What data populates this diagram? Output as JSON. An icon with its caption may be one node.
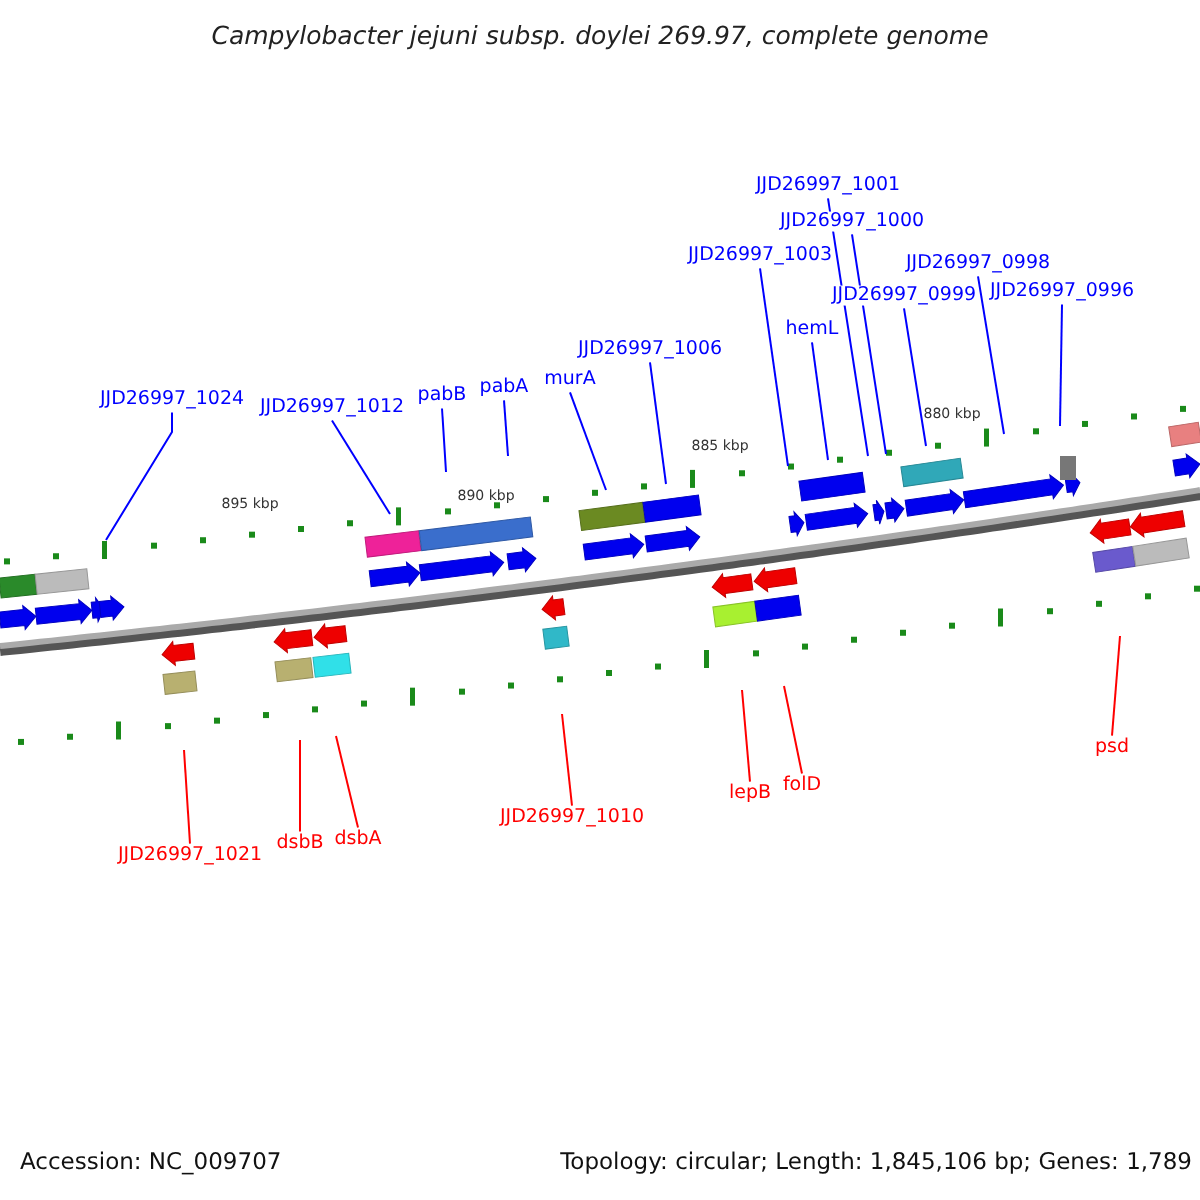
{
  "diagram": {
    "title": "Campylobacter jejuni subsp. doylei 269.97, complete genome",
    "nodes": [
      {
        "text": [
          "JJD26997_1024"
        ]
      },
      {
        "text": [
          "JJD26997_1012"
        ]
      },
      {
        "text": [
          "pabB"
        ]
      },
      {
        "text": [
          "pabA"
        ]
      },
      {
        "text": [
          "murA"
        ]
      },
      {
        "text": [
          "JJD26997_1006"
        ]
      },
      {
        "text": [
          "JJD26997_1003"
        ]
      },
      {
        "text": [
          "hemL"
        ]
      },
      {
        "text": [
          "JJD26997_1001"
        ]
      },
      {
        "text": [
          "JJD26997_1000"
        ]
      },
      {
        "text": [
          "JJD26997_0999"
        ]
      },
      {
        "text": [
          "JJD26997_0998"
        ]
      },
      {
        "text": [
          "JJD26997_0996"
        ]
      },
      {
        "text": [
          "JJD26997_1021"
        ]
      },
      {
        "text": [
          "dsbB"
        ]
      },
      {
        "text": [
          "dsbA"
        ]
      },
      {
        "text": [
          "JJD26997_1010"
        ]
      },
      {
        "text": [
          "lepB"
        ]
      },
      {
        "text": [
          "folD"
        ]
      },
      {
        "text": [
          "psd"
        ]
      }
    ],
    "edges": [
      {
        "from": 0,
        "to": null,
        "arrow": "none"
      },
      {
        "from": 1,
        "to": null,
        "arrow": "none"
      },
      {
        "from": 2,
        "to": null,
        "arrow": "none"
      },
      {
        "from": 3,
        "to": null,
        "arrow": "none"
      },
      {
        "from": 4,
        "to": null,
        "arrow": "none"
      },
      {
        "from": 5,
        "to": null,
        "arrow": "none"
      },
      {
        "from": 6,
        "to": null,
        "arrow": "none"
      },
      {
        "from": 7,
        "to": null,
        "arrow": "none"
      },
      {
        "from": 8,
        "to": null,
        "arrow": "none"
      },
      {
        "from": 9,
        "to": null,
        "arrow": "none"
      },
      {
        "from": 10,
        "to": null,
        "arrow": "none"
      },
      {
        "from": 11,
        "to": null,
        "arrow": "none"
      },
      {
        "from": 12,
        "to": null,
        "arrow": "none"
      },
      {
        "from": 13,
        "to": null,
        "arrow": "none",
        "color": "#ff0000"
      },
      {
        "from": 14,
        "to": null,
        "arrow": "none",
        "color": "#ff0000"
      },
      {
        "from": 15,
        "to": null,
        "arrow": "none",
        "color": "#ff0000"
      },
      {
        "from": 16,
        "to": null,
        "arrow": "none",
        "color": "#ff0000"
      },
      {
        "from": 17,
        "to": null,
        "arrow": "none",
        "color": "#ff0000"
      },
      {
        "from": 18,
        "to": null,
        "arrow": "none",
        "color": "#ff0000"
      },
      {
        "from": 19,
        "to": null,
        "arrow": "none",
        "color": "#ff0000"
      }
    ],
    "labels": [
      "880 kbp",
      "885 kbp",
      "890 kbp",
      "895 kbp",
      "Accession: NC_009707",
      "Topology: circular; Length: 1,845,106 bp; Genes: 1,789"
    ]
  }
}
